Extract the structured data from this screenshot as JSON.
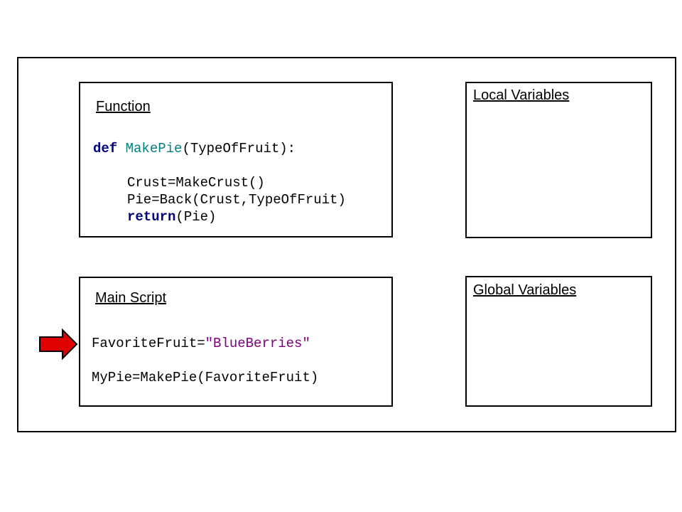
{
  "function_panel": {
    "title": "Function",
    "line1_kw": "def",
    "line1_fn": "MakePie",
    "line1_rest": "(TypeOfFruit):",
    "line2": "Crust=MakeCrust()",
    "line3": "Pie=Back(Crust,TypeOfFruit)",
    "line4_kw": "return",
    "line4_rest": "(Pie)"
  },
  "local_panel": {
    "title": "Local Variables"
  },
  "main_panel": {
    "title": "Main Script",
    "line1_pre": "FavoriteFruit=",
    "line1_str": "\"BlueBerries\"",
    "line2": "MyPie=MakePie(FavoriteFruit)"
  },
  "global_panel": {
    "title": "Global Variables"
  },
  "colors": {
    "keyword": "#000080",
    "function_name": "#008080",
    "string": "#800080",
    "arrow": "#e00000"
  }
}
